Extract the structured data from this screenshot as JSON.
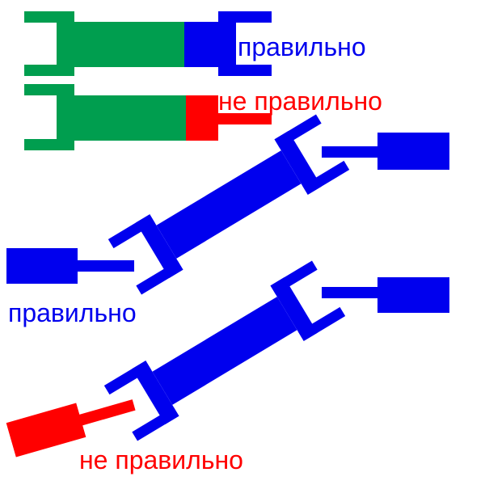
{
  "labels": {
    "correct_top": "правильно",
    "incorrect_top": "не правильно",
    "correct_bottom": "правильно",
    "incorrect_bottom": "не правильно"
  },
  "colors": {
    "background": "#ffffff",
    "green": "#009e4f",
    "blue": "#0000ee",
    "red": "#ff0000"
  }
}
